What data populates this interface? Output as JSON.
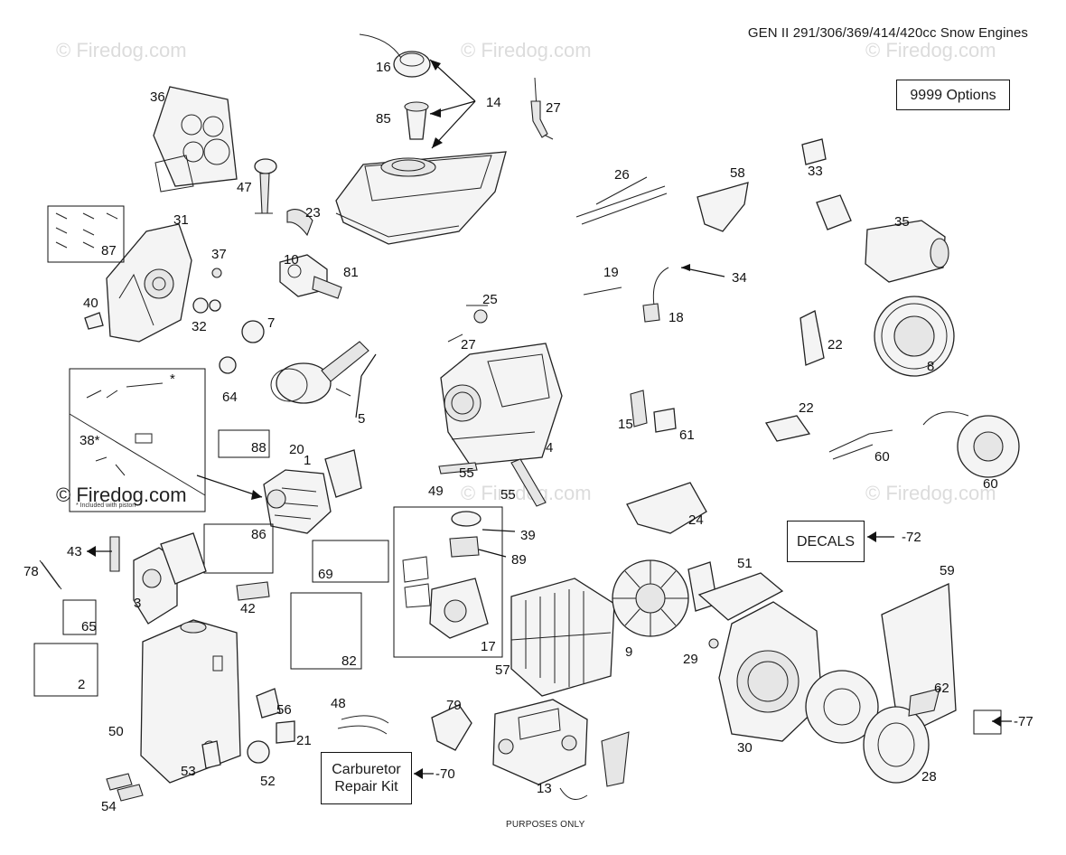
{
  "header": {
    "title": "GEN II 291/306/369/414/420cc Snow Engines"
  },
  "options_box": {
    "label": "9999 Options"
  },
  "decals_box": {
    "label": "DECALS"
  },
  "carb_kit_box": {
    "label_line1": "Carburetor",
    "label_line2": "Repair Kit"
  },
  "footer_text": "PURPOSES ONLY",
  "watermark": "© Firedog.com",
  "kit_note": "* Included with piston",
  "callouts": {
    "c16": "16",
    "c14": "14",
    "c85": "85",
    "c27a": "27",
    "c36": "36",
    "c47": "47",
    "c23": "23",
    "c26": "26",
    "c58": "58",
    "c33": "33",
    "c35": "35",
    "c31": "31",
    "c87": "87",
    "c37": "37",
    "c10": "10",
    "c81": "81",
    "c19": "19",
    "c34": "34",
    "c40": "40",
    "c32": "32",
    "c25": "25",
    "c18": "18",
    "c7": "7",
    "c27b": "27",
    "c22a": "22",
    "c8": "8",
    "c64": "64",
    "c5": "5",
    "c38": "38*",
    "c88": "88",
    "c20": "20",
    "c1": "1",
    "c4": "4",
    "c15": "15",
    "c61": "61",
    "c22b": "22",
    "c60a": "60",
    "c60b": "60",
    "c55a": "55",
    "c49": "49",
    "c55b": "55",
    "c24": "24",
    "c39": "39",
    "c89": "89",
    "c72": "-72",
    "c43": "43",
    "c86": "86",
    "c78": "78",
    "c69": "69",
    "c51": "51",
    "c59": "59",
    "c3": "3",
    "c42": "42",
    "c65": "65",
    "c82": "82",
    "c17": "17",
    "c9": "9",
    "c29": "29",
    "c57": "57",
    "c2": "2",
    "c62": "62",
    "c77": "-77",
    "c50": "50",
    "c56": "56",
    "c48": "48",
    "c79": "79",
    "c30": "30",
    "c21": "21",
    "c53": "53",
    "c52": "52",
    "c70": "-70",
    "c13": "13",
    "c28": "28",
    "c54": "54",
    "c_star": "*"
  }
}
